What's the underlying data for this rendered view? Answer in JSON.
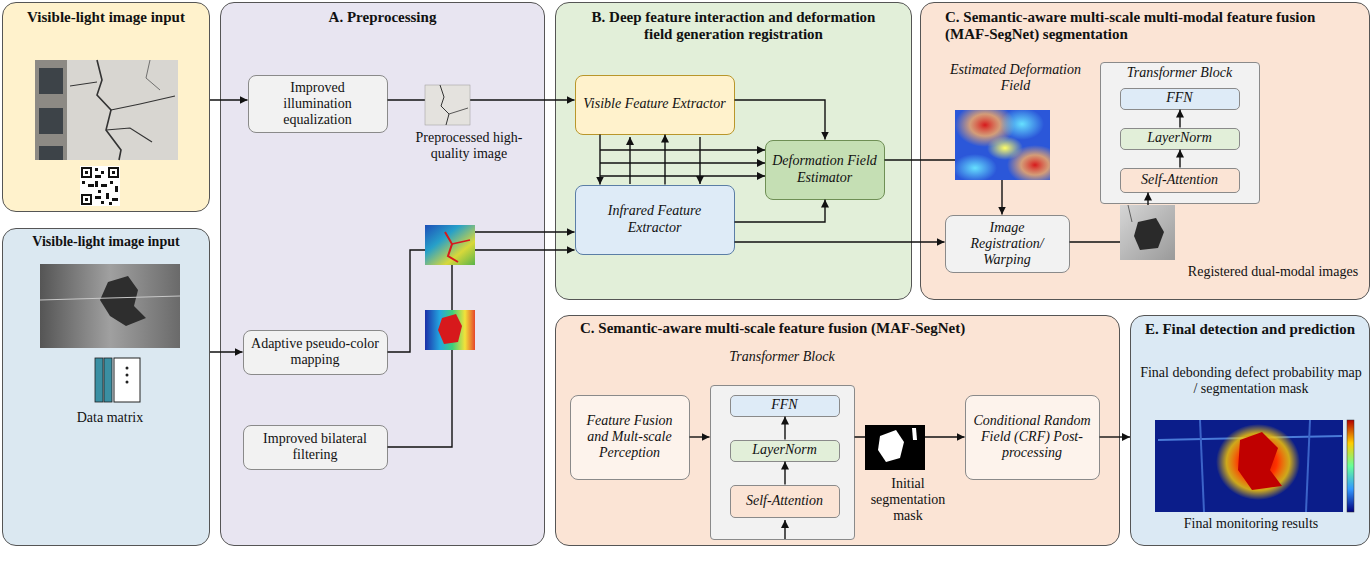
{
  "diagram": {
    "nodes": [
      {
        "text": [
          "Visible-light image input"
        ]
      },
      {
        "text": [
          "Visible-light image input"
        ]
      },
      {
        "text": [
          "A. Preprocessing"
        ]
      },
      {
        "text": [
          "Improved illumination equalization"
        ],
        "in": 2
      },
      {
        "text": [
          "Adaptive pseudo-color mapping"
        ],
        "in": 2
      },
      {
        "text": [
          "Improved bilateral filtering"
        ],
        "in": 2
      },
      {
        "text": [
          "B. Deep feature interaction and deformation field generation registration"
        ]
      },
      {
        "text": [
          "Visible Feature Extractor"
        ],
        "in": 6
      },
      {
        "text": [
          "Infrared Feature Extractor"
        ],
        "in": 6
      },
      {
        "text": [
          "Deformation Field Estimator"
        ],
        "in": 6
      },
      {
        "text": [
          "C. Semantic-aware multi-scale multi-modal feature fusion (MAF-SegNet) segmentation"
        ]
      },
      {
        "text": [
          "Image Registration/ Warping"
        ],
        "in": 10
      },
      {
        "text": [
          "Transformer Block"
        ],
        "in": 10
      },
      {
        "text": [
          "FFN"
        ],
        "in": 12
      },
      {
        "text": [
          "LayerNorm"
        ],
        "in": 12
      },
      {
        "text": [
          "Self-Attention"
        ],
        "in": 12
      },
      {
        "text": [
          "C. Semantic-aware multi-scale feature fusion (MAF-SegNet)"
        ]
      },
      {
        "text": [
          "Feature Fusion and Mult-scale Perception"
        ],
        "in": 16
      },
      {
        "text": [
          "Transformer Block"
        ],
        "in": 16
      },
      {
        "text": [
          "FFN"
        ],
        "in": 18
      },
      {
        "text": [
          "LayerNorm"
        ],
        "in": 18
      },
      {
        "text": [
          "Self-Attention"
        ],
        "in": 18
      },
      {
        "text": [
          "Conditional Random Field (CRF) Post-processing"
        ],
        "in": 16
      },
      {
        "text": [
          "E. Final detection and prediction"
        ]
      }
    ],
    "edges": [
      {
        "from": 0,
        "to": 3,
        "arrow": "to"
      },
      {
        "from": 3,
        "to": 7,
        "arrow": "to"
      },
      {
        "from": 1,
        "to": 4,
        "arrow": "to"
      },
      {
        "from": 4,
        "to": 8,
        "arrow": "to"
      },
      {
        "from": 5,
        "to": 8,
        "arrow": "to"
      },
      {
        "from": 7,
        "to": 8,
        "arrow": "to"
      },
      {
        "from": 8,
        "to": 7,
        "arrow": "to"
      },
      {
        "from": 7,
        "to": 9,
        "arrow": "to"
      },
      {
        "from": 8,
        "to": 9,
        "arrow": "to"
      },
      {
        "from": 9,
        "to": 11,
        "arrow": "to"
      },
      {
        "from": 8,
        "to": 11,
        "arrow": "to"
      },
      {
        "from": 11,
        "to": 15,
        "arrow": "to"
      },
      {
        "from": 15,
        "to": 14,
        "arrow": "to"
      },
      {
        "from": 14,
        "to": 13,
        "arrow": "to"
      },
      {
        "from": 17,
        "to": 18,
        "arrow": "to"
      },
      {
        "from": 18,
        "to": 22,
        "arrow": "to"
      },
      {
        "from": 22,
        "to": 23,
        "arrow": "to"
      },
      {
        "from": 21,
        "to": 20,
        "arrow": "to"
      },
      {
        "from": 20,
        "to": 19,
        "arrow": "to"
      }
    ],
    "labels": [
      "Preprocessed high-quality image",
      "Data matrix",
      "Estimated Deformation Field",
      "Registered dual-modal images",
      "Initial segmentation mask",
      "Final debonding defect probability map / segmentation mask",
      "Final monitoring results"
    ]
  }
}
